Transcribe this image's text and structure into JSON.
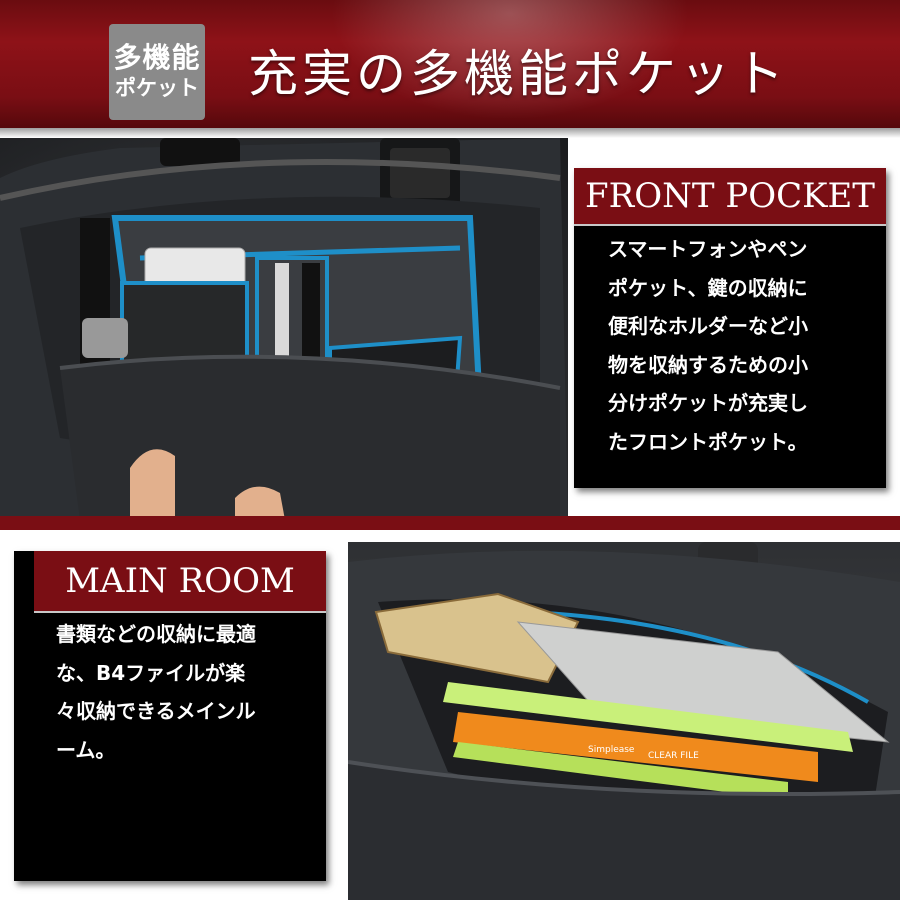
{
  "header": {
    "badge_line1": "多機能",
    "badge_line2": "ポケット",
    "title": "充実の多機能ポケット"
  },
  "front_pocket": {
    "heading": "FRONT POCKET",
    "lines": [
      "スマートフォンやペン",
      "ポケット、鍵の収納に",
      "便利なホルダーなど小",
      "物を収納するための小",
      "分けポケットが充実し",
      "たフロントポケット。"
    ]
  },
  "main_room": {
    "heading": "MAIN ROOM",
    "lines": [
      "書類などの収納に最適",
      "な、B4ファイルが楽",
      "々収納できるメインル",
      "ーム。"
    ]
  },
  "photo2_labels": {
    "file_brand": "Simplease",
    "file_label": "CLEAR FILE"
  },
  "colors": {
    "accent": "#7a0e14",
    "badge": "#8a8a8a",
    "pocket_trim": "#1e8fc8",
    "file_orange": "#f08a1c",
    "file_green": "#b6e05a"
  }
}
